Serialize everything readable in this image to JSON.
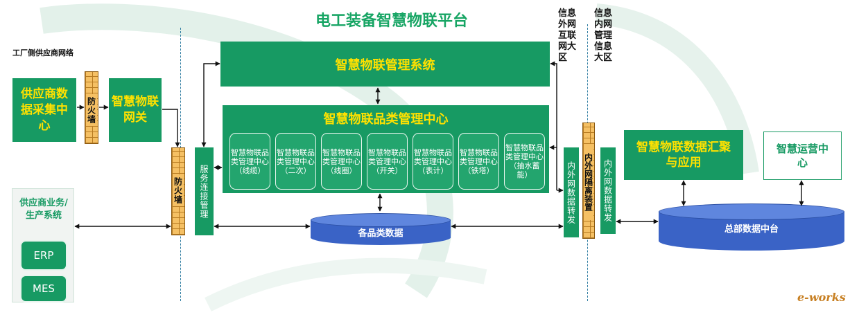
{
  "title": "电工装备智慧物联平台",
  "factory_label": "工厂侧供应商网络",
  "zones": {
    "external": "信息外网互联网大区",
    "internal": "信息内网管理信息大区"
  },
  "supplier_collect": "供应商数据采集中心",
  "firewall_label": "防火墙",
  "gateway": "智慧物联网关",
  "mgmt_system": "智慧物联管理系统",
  "category_center": {
    "title": "智慧物联品类管理中心",
    "items": [
      "智慧物联品类管理中心（线缆）",
      "智慧物联品类管理中心（二次）",
      "智慧物联品类管理中心（线圈）",
      "智慧物联品类管理中心（开关）",
      "智慧物联品类管理中心（表计）",
      "智慧物联品类管理中心（铁塔）",
      "智慧物联品类管理中心（抽水蓄能）"
    ]
  },
  "service_mgmt": "服务连接管理",
  "category_data": "各品类数据",
  "forward_left": "内外网数据转发",
  "isolation": "内外网隔离装置",
  "forward_right": "内外网数据转发",
  "aggregate": "智慧物联数据汇聚与应用",
  "ops_center": "智慧运营中心",
  "hq_data": "总部数据中台",
  "supplier_biz": {
    "title": "供应商业务/生产系统",
    "items": [
      "ERP",
      "MES"
    ]
  },
  "watermark": "e-works",
  "colors": {
    "green": "#179a63",
    "yellow": "#ffe100",
    "blue": "#3a63c6",
    "brick": "#f5c064"
  }
}
